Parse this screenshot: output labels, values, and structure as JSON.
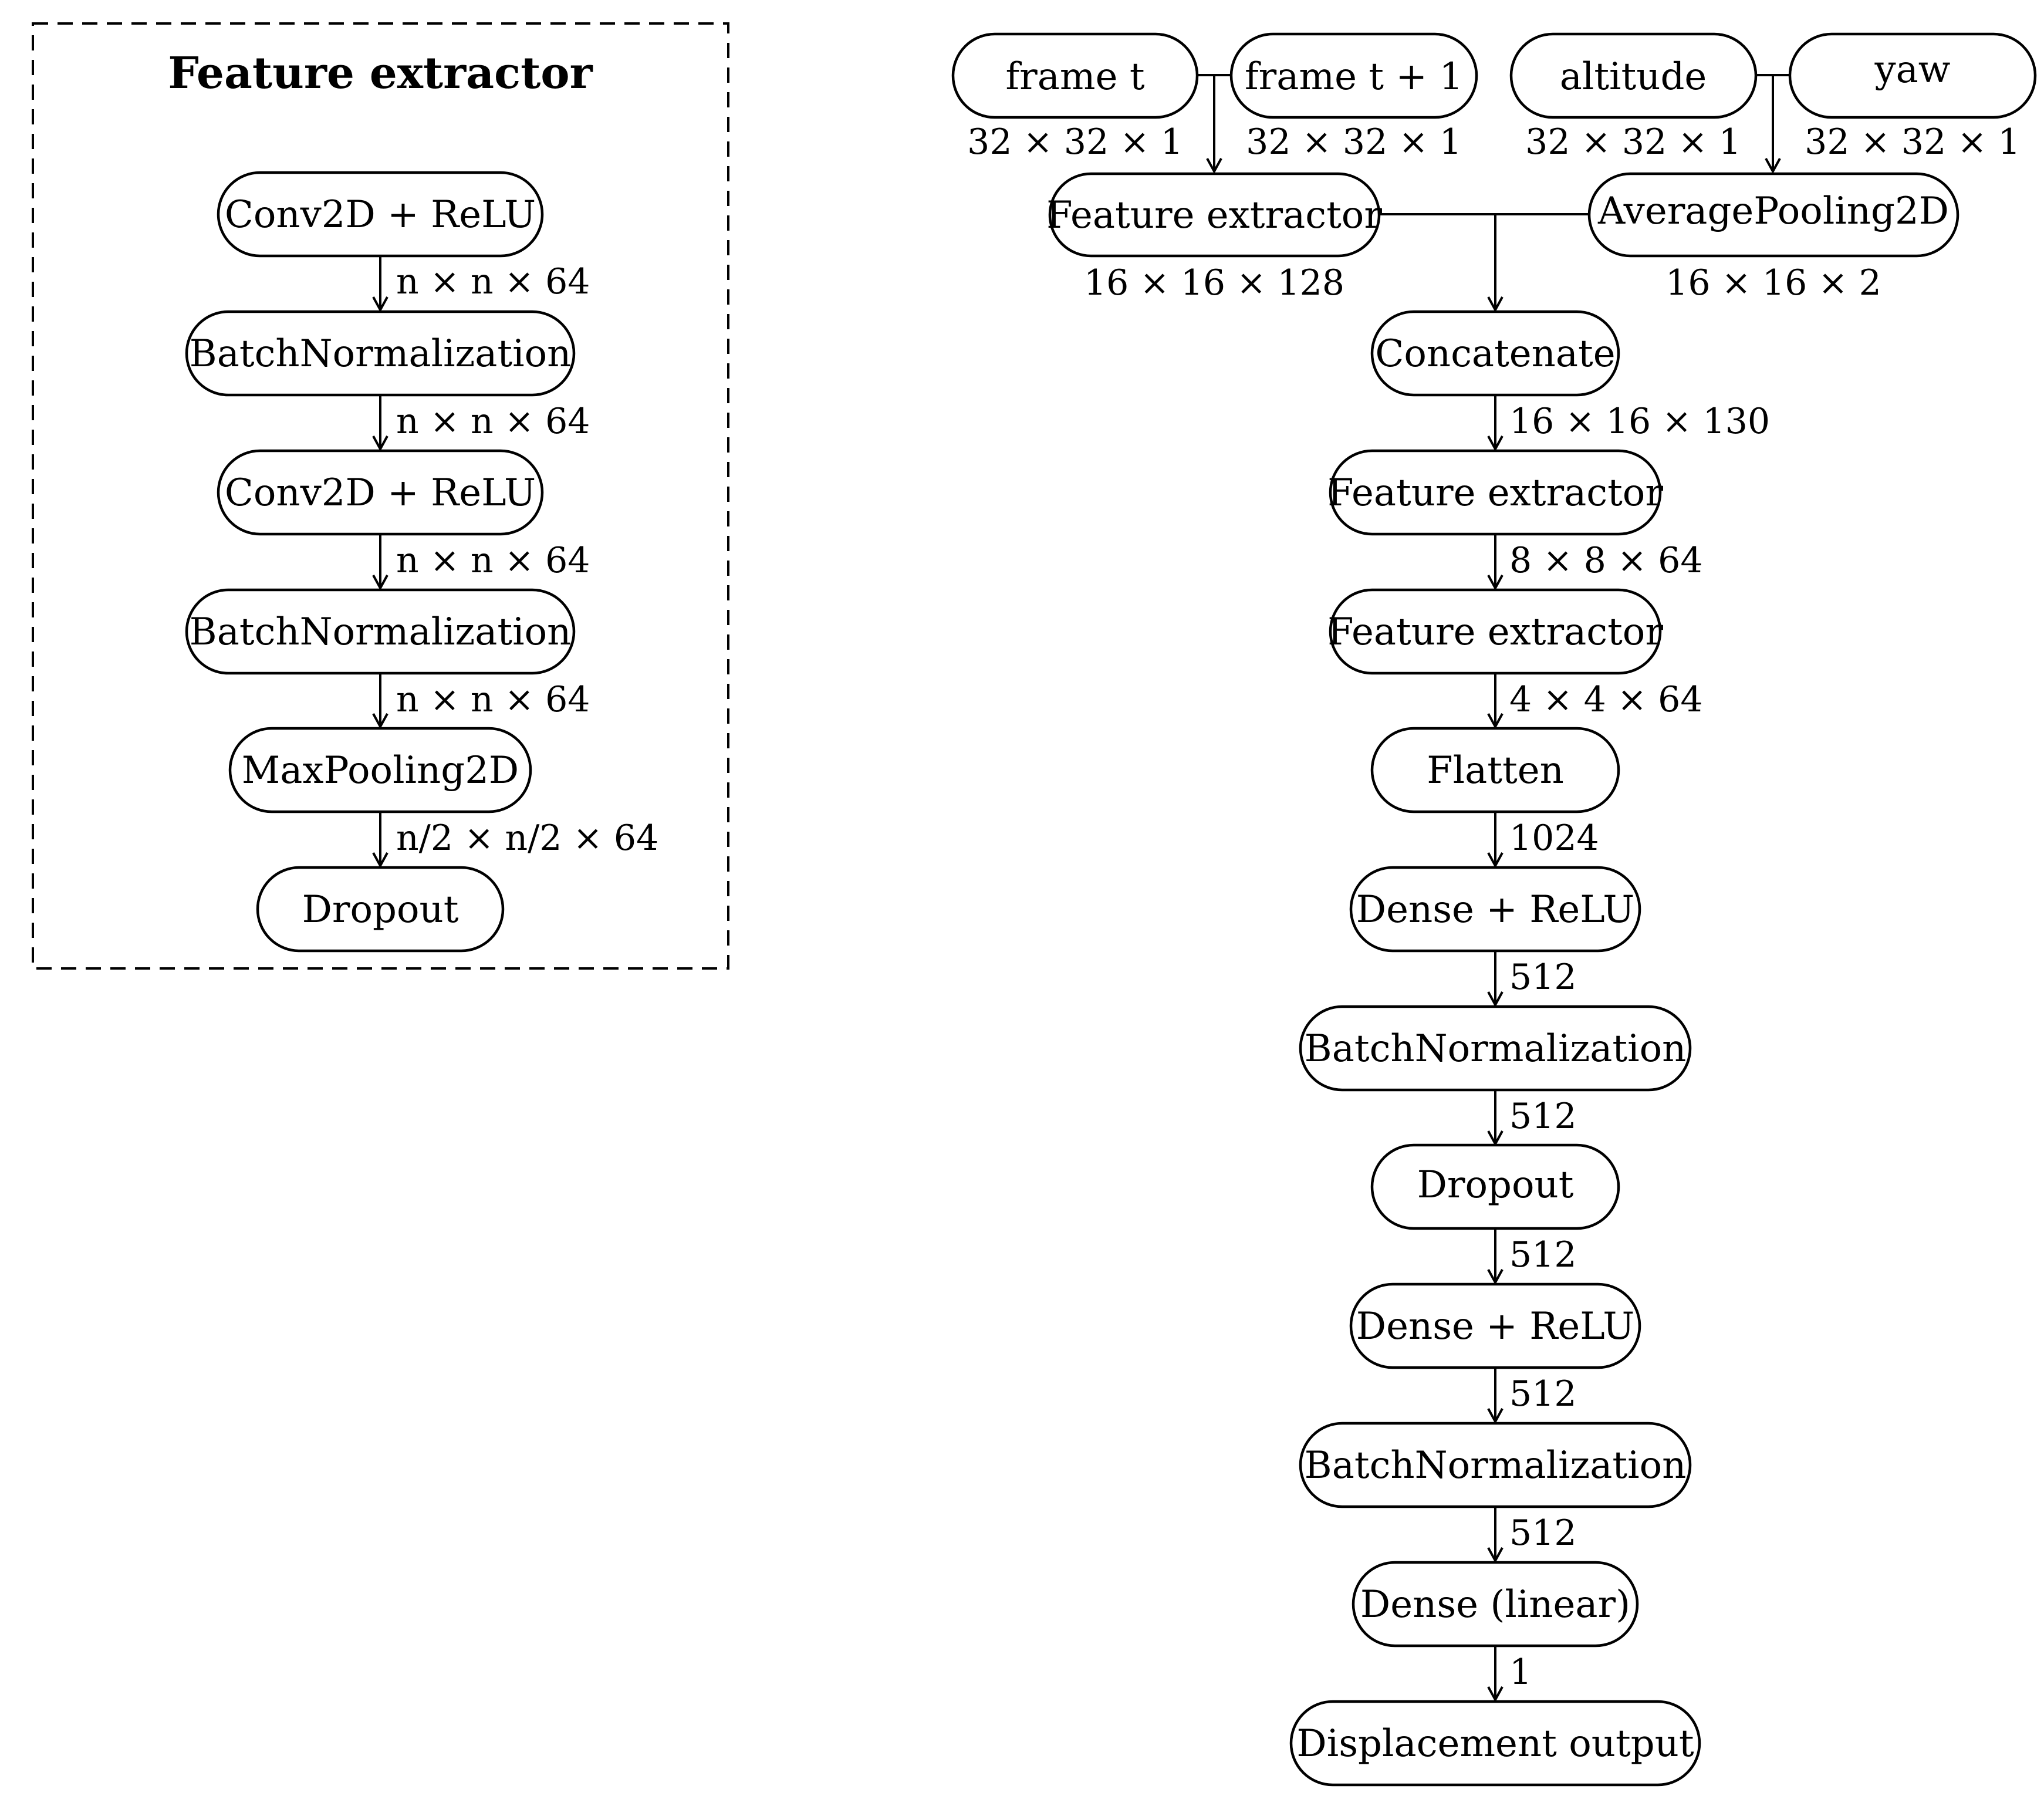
{
  "feature_extractor_panel": {
    "title": "Feature extractor",
    "nodes": [
      {
        "id": "fe-conv1",
        "label": "Conv2D + ReLU"
      },
      {
        "id": "fe-bn1",
        "label": "BatchNormalization"
      },
      {
        "id": "fe-conv2",
        "label": "Conv2D + ReLU"
      },
      {
        "id": "fe-bn2",
        "label": "BatchNormalization"
      },
      {
        "id": "fe-pool",
        "label": "MaxPooling2D"
      },
      {
        "id": "fe-drop",
        "label": "Dropout"
      }
    ],
    "edge_labels": [
      "n × n × 64",
      "n × n × 64",
      "n × n × 64",
      "n × n × 64",
      "n/2 × n/2 × 64"
    ]
  },
  "network": {
    "inputs": [
      {
        "id": "in-frame-t",
        "label": "frame t",
        "shape": "32 × 32 × 1"
      },
      {
        "id": "in-frame-t1",
        "label": "frame t + 1",
        "shape": "32 × 32 × 1"
      },
      {
        "id": "in-altitude",
        "label": "altitude",
        "shape": "32 × 32 × 1"
      },
      {
        "id": "in-yaw",
        "label": "yaw",
        "shape": "32 × 32 × 1"
      }
    ],
    "branches": [
      {
        "id": "br-feature",
        "label": "Feature extractor",
        "shape": "16 × 16 × 128"
      },
      {
        "id": "br-avgpool",
        "label": "AveragePooling2D",
        "shape": "16 × 16 × 2"
      }
    ],
    "chain": [
      {
        "id": "n-concat",
        "label": "Concatenate"
      },
      {
        "id": "n-fe2",
        "label": "Feature extractor"
      },
      {
        "id": "n-fe3",
        "label": "Feature extractor"
      },
      {
        "id": "n-flatten",
        "label": "Flatten"
      },
      {
        "id": "n-dense1",
        "label": "Dense + ReLU"
      },
      {
        "id": "n-bn1",
        "label": "BatchNormalization"
      },
      {
        "id": "n-drop",
        "label": "Dropout"
      },
      {
        "id": "n-dense2",
        "label": "Dense + ReLU"
      },
      {
        "id": "n-bn2",
        "label": "BatchNormalization"
      },
      {
        "id": "n-dense3",
        "label": "Dense (linear)"
      },
      {
        "id": "n-output",
        "label": "Displacement output"
      }
    ],
    "chain_edge_labels": [
      "16 × 16 × 130",
      "8 × 8 × 64",
      "4 × 4 × 64",
      "1024",
      "512",
      "512",
      "512",
      "512",
      "512",
      "1"
    ]
  }
}
